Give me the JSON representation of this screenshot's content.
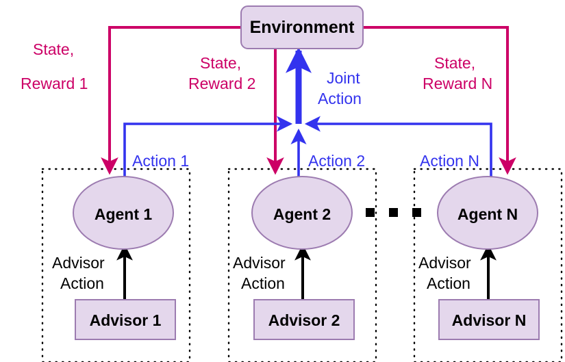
{
  "diagram": {
    "title_node": {
      "label": "Environment"
    },
    "colors": {
      "node_fill": "#E4D7EC",
      "node_stroke": "#9C7BB0",
      "state_reward_line": "#CC0066",
      "action_line": "#3333EE",
      "advisor_line": "#000000",
      "group_border": "#000000",
      "background": "#FFFFFF"
    },
    "columns": [
      {
        "agent": "Agent 1",
        "advisor": "Advisor 1",
        "state_reward_label": "State,\nReward 1",
        "state_reward_line1": "State,",
        "state_reward_line2": "Reward 1",
        "action_label": "Action 1",
        "advisor_action_line1": "Advisor",
        "advisor_action_line2": "Action"
      },
      {
        "agent": "Agent 2",
        "advisor": "Advisor 2",
        "state_reward_label": "State,\nReward 2",
        "state_reward_line1": "State,",
        "state_reward_line2": "Reward 2",
        "action_label": "Action 2",
        "advisor_action_line1": "Advisor",
        "advisor_action_line2": "Action"
      },
      {
        "agent": "Agent N",
        "advisor": "Advisor N",
        "state_reward_label": "State,\nReward N",
        "state_reward_line1": "State,",
        "state_reward_line2": "Reward N",
        "action_label": "Action N",
        "advisor_action_line1": "Advisor",
        "advisor_action_line2": "Action"
      }
    ],
    "joint_action": {
      "line1": "Joint",
      "line2": "Action"
    },
    "ellipsis": "■ ■ ■"
  }
}
